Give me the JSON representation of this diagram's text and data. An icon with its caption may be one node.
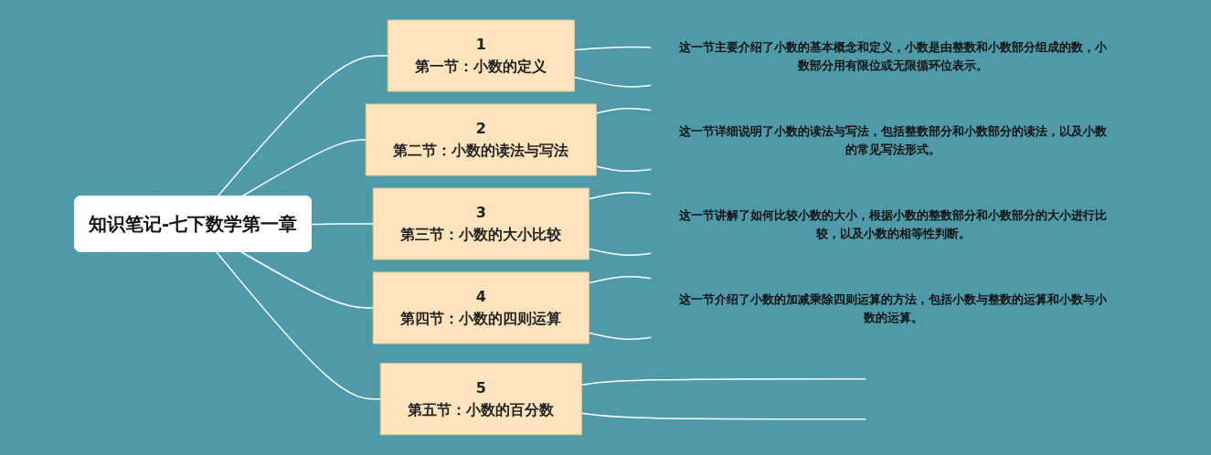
{
  "diagram": {
    "nodes": [
      {
        "text": [
          "知识笔记-七下数学第一章"
        ]
      },
      {
        "text": [
          "1",
          "第一节：小数的定义"
        ]
      },
      {
        "text": [
          "这一节主要介绍了小数的基本概念和定义，小数是由整数和小数部分组成的数，小数部分用有限位或无限循环位表示。"
        ]
      },
      {
        "text": [
          "2",
          "第二节：小数的读法与写法"
        ]
      },
      {
        "text": [
          "这一节详细说明了小数的读法与写法，包括整数部分和小数部分的读法，以及小数的常见写法形式。"
        ]
      },
      {
        "text": [
          "3",
          "第三节：小数的大小比较"
        ]
      },
      {
        "text": [
          "这一节讲解了如何比较小数的大小，根据小数的整数部分和小数部分的大小进行比较，以及小数的相等性判断。"
        ]
      },
      {
        "text": [
          "4",
          "第四节：小数的四则运算"
        ]
      },
      {
        "text": [
          "这一节介绍了小数的加减乘除四则运算的方法，包括小数与整数的运算和小数与小数的运算。"
        ]
      },
      {
        "text": [
          "5",
          "第五节：小数的百分数"
        ]
      }
    ],
    "edges": [
      {
        "from": 0,
        "to": 1,
        "arrow": "none"
      },
      {
        "from": 0,
        "to": 3,
        "arrow": "none"
      },
      {
        "from": 0,
        "to": 5,
        "arrow": "none"
      },
      {
        "from": 0,
        "to": 7,
        "arrow": "none"
      },
      {
        "from": 0,
        "to": 9,
        "arrow": "none"
      },
      {
        "from": 1,
        "to": 2,
        "arrow": "none"
      },
      {
        "from": 1,
        "to": 2,
        "arrow": "none"
      },
      {
        "from": 3,
        "to": 4,
        "arrow": "none"
      },
      {
        "from": 3,
        "to": 4,
        "arrow": "none"
      },
      {
        "from": 5,
        "to": 6,
        "arrow": "none"
      },
      {
        "from": 5,
        "to": 6,
        "arrow": "none"
      },
      {
        "from": 7,
        "to": 8,
        "arrow": "none"
      },
      {
        "from": 7,
        "to": 8,
        "arrow": "none"
      },
      {
        "from": 9,
        "to": null,
        "arrow": "none"
      },
      {
        "from": 9,
        "to": null,
        "arrow": "none"
      }
    ]
  }
}
